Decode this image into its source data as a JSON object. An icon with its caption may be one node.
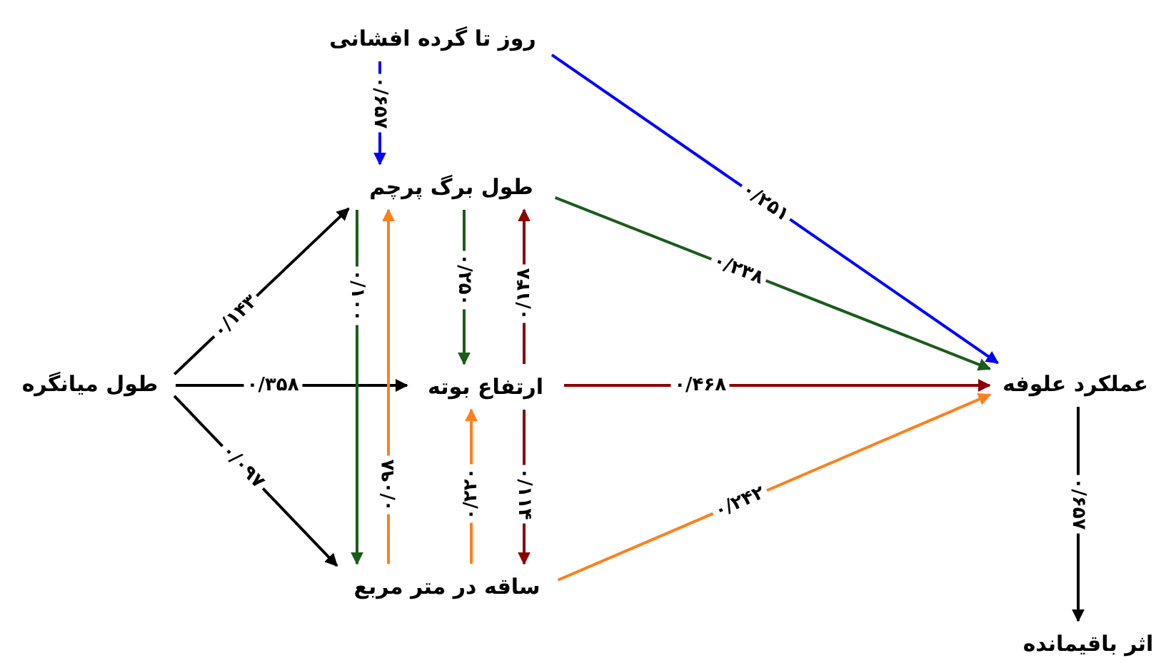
{
  "diagram": {
    "nodes": [
      {
        "text": [
          "روز تا گرده افشانی"
        ]
      },
      {
        "text": [
          "طول برگ پرچم"
        ]
      },
      {
        "text": [
          "طول میانگره"
        ]
      },
      {
        "text": [
          "ارتفاع بوته"
        ]
      },
      {
        "text": [
          "ساقه در متر مربع"
        ]
      },
      {
        "text": [
          "عملکرد علوفه"
        ]
      },
      {
        "text": [
          "اثر باقیمانده"
        ]
      }
    ],
    "edges": [
      {
        "from": 0,
        "to": 1,
        "arrow": "to",
        "label": "۰/۶۵۷",
        "color": "#0000ff"
      },
      {
        "from": 0,
        "to": 5,
        "arrow": "to",
        "label": "۰/۲۵۱",
        "color": "#0000ff"
      },
      {
        "from": 1,
        "to": 5,
        "arrow": "to",
        "label": "۰/۲۳۸",
        "color": "#1a5c1a"
      },
      {
        "from": 2,
        "to": 1,
        "arrow": "to",
        "label": "۰/۱۴۳"
      },
      {
        "from": 2,
        "to": 3,
        "arrow": "to",
        "label": "۰/۳۵۸"
      },
      {
        "from": 2,
        "to": 4,
        "arrow": "to",
        "label": "۰/۰۹۷"
      },
      {
        "from": 1,
        "to": 4,
        "arrow": "to",
        "label": "۰/۱۰۰",
        "color": "#1a5c1a"
      },
      {
        "from": 4,
        "to": 1,
        "arrow": "to",
        "label": "۰/۰۹۸",
        "color": "#ff7f1a"
      },
      {
        "from": 1,
        "to": 3,
        "arrow": "to",
        "label": "۰/۲۵۰",
        "color": "#1a5c1a"
      },
      {
        "from": 3,
        "to": 1,
        "arrow": "to",
        "label": "۰/۱۴۸",
        "color": "#8b0000"
      },
      {
        "from": 4,
        "to": 3,
        "arrow": "to",
        "label": "۰/۲۲۰",
        "color": "#ff7f1a"
      },
      {
        "from": 3,
        "to": 4,
        "arrow": "to",
        "label": "۰/۱۱۴",
        "color": "#8b0000"
      },
      {
        "from": 3,
        "to": 5,
        "arrow": "to",
        "label": "۰/۴۶۸",
        "color": "#8b0000"
      },
      {
        "from": 4,
        "to": 5,
        "arrow": "to",
        "label": "۰/۲۴۲",
        "color": "#ff7f1a"
      },
      {
        "from": 5,
        "to": 6,
        "arrow": "to",
        "label": "۰/۶۵۷"
      }
    ]
  }
}
